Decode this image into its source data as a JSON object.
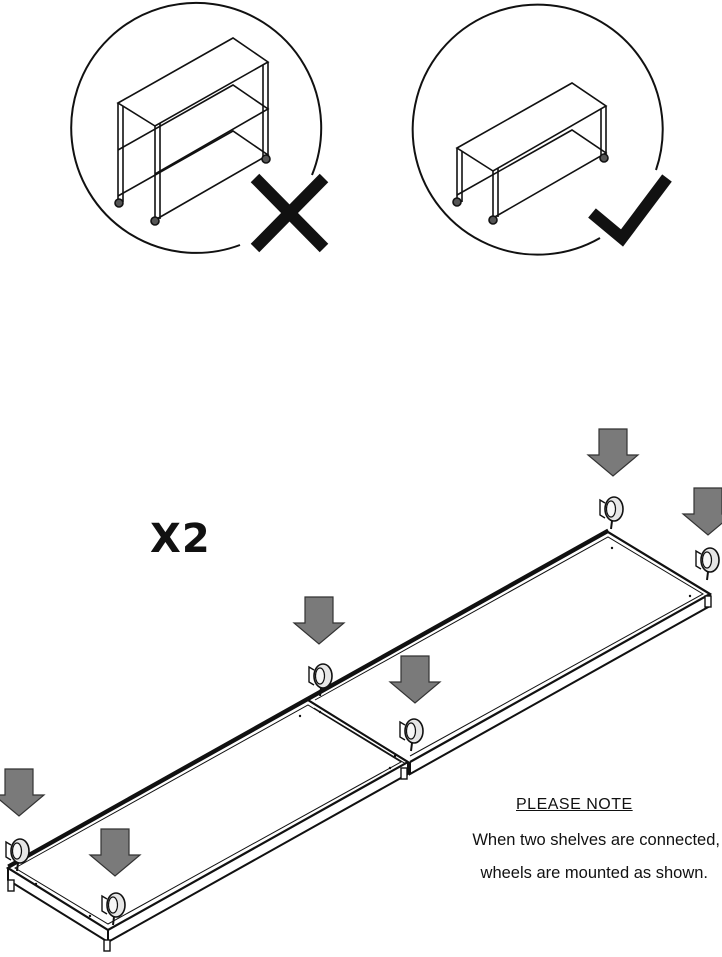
{
  "multiplier": "X2",
  "note": {
    "title": "PLEASE NOTE",
    "line1": "When two shelves are connected,",
    "line2": "wheels are mounted as shown."
  },
  "icons": {
    "wrong": "cross-mark-icon",
    "right": "check-mark-icon",
    "arrow": "down-arrow-icon",
    "wheel": "caster-wheel-icon"
  },
  "colors": {
    "line": "#111111",
    "arrow_fill": "#7a7a7a",
    "wheel_fill": "#e6e6e6"
  }
}
